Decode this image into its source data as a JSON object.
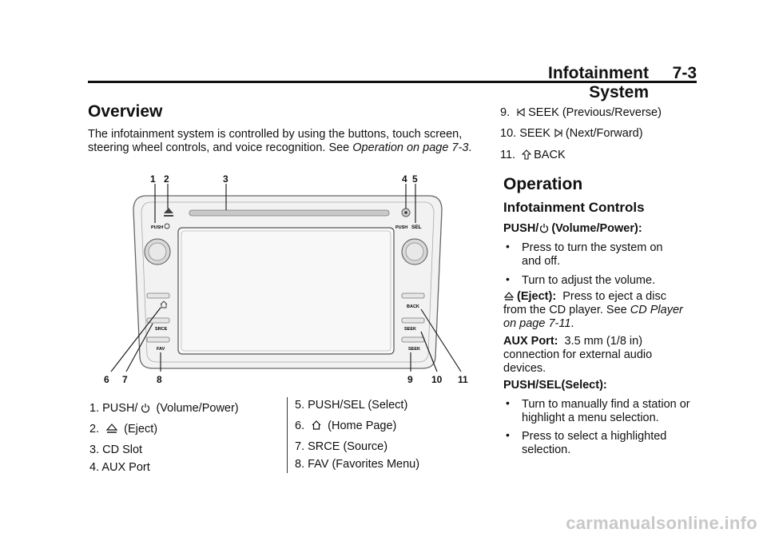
{
  "header": {
    "section_title": "Infotainment System",
    "page_number": "7-3"
  },
  "overview": {
    "heading": "Overview",
    "intro_text": "The infotainment system is controlled by using the buttons, touch screen, steering wheel controls, and voice recognition. See ",
    "intro_link": "Operation on page 7-3",
    "intro_end": "."
  },
  "callout_numbers": [
    "1",
    "2",
    "3",
    "4",
    "5",
    "6",
    "7",
    "8",
    "9",
    "10",
    "11"
  ],
  "unit_labels": {
    "push_left": "PUSH",
    "push_right": "PUSH",
    "sel": "SEL",
    "back": "BACK",
    "seek_fwd": "SEEK",
    "seek_back": "SEEK",
    "srce": "SRCE",
    "fav": "FAV"
  },
  "legend_left": [
    {
      "num": "1.",
      "text": "PUSH/",
      "icon": "power-icon",
      "after": " (Volume/Power)"
    },
    {
      "num": "2.",
      "text": "",
      "icon": "eject-icon",
      "after": " (Eject)"
    },
    {
      "num": "3.",
      "text": "CD Slot",
      "icon": "",
      "after": ""
    },
    {
      "num": "4.",
      "text": "AUX Port",
      "icon": "",
      "after": ""
    }
  ],
  "legend_mid": [
    {
      "num": "5.",
      "text": "PUSH/SEL (Select)",
      "icon": "",
      "after": ""
    },
    {
      "num": "6.",
      "text": "",
      "icon": "home-icon",
      "after": " (Home Page)"
    },
    {
      "num": "7.",
      "text": "SRCE (Source)",
      "icon": "",
      "after": ""
    },
    {
      "num": "8.",
      "text": "FAV (Favorites Menu)",
      "icon": "",
      "after": ""
    }
  ],
  "legend_right": [
    {
      "num": "9.",
      "text": "",
      "icon": "seek-back-icon",
      "after": "SEEK (Previous/Reverse)"
    },
    {
      "num": "10.",
      "text": "SEEK",
      "icon": "seek-fwd-icon",
      "after": "(Next/Forward)"
    },
    {
      "num": "11.",
      "text": "",
      "icon": "back-icon",
      "after": "BACK"
    }
  ],
  "operation": {
    "heading": "Operation",
    "subheading": "Infotainment Controls",
    "push_label": "PUSH/",
    "push_label_end": "(Volume/Power):",
    "push_bullets": [
      "Press to turn the system on and off.",
      "Turn to adjust the volume."
    ],
    "eject_label": "(Eject):",
    "eject_text": "Press to eject a disc from the CD player. See ",
    "eject_link": "CD Player on page 7-11",
    "eject_end": ".",
    "aux_label": "AUX Port:",
    "aux_text": "3.5 mm (1/8 in) connection for external audio devices.",
    "sel_label": "PUSH/SEL(Select):",
    "sel_bullets": [
      "Turn to manually find a station or highlight a menu selection.",
      "Press to select a highlighted selection."
    ]
  },
  "watermark": "carmanualsonline.info"
}
